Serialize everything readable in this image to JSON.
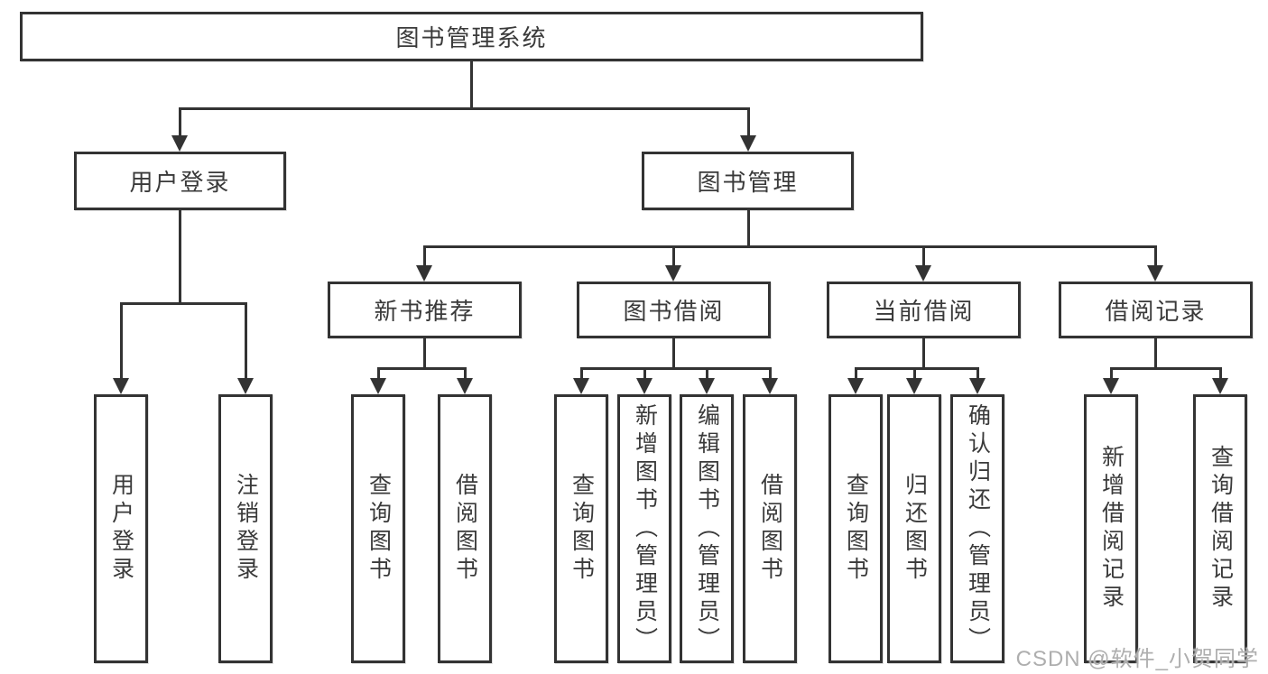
{
  "colors": {
    "line": "#333333",
    "text": "#3a3a3a",
    "background": "#ffffff",
    "watermark": "#aeaeae"
  },
  "watermark": "CSDN @软件_小贺同学",
  "tree": {
    "root": {
      "label": "图书管理系统"
    },
    "branches": [
      {
        "label": "用户登录",
        "children": [
          {
            "label": "用户登录"
          },
          {
            "label": "注销登录"
          }
        ]
      },
      {
        "label": "图书管理",
        "children": [
          {
            "label": "新书推荐",
            "children": [
              {
                "label": "查询图书"
              },
              {
                "label": "借阅图书"
              }
            ]
          },
          {
            "label": "图书借阅",
            "children": [
              {
                "label": "查询图书"
              },
              {
                "label": "新增图书（管理员）"
              },
              {
                "label": "编辑图书（管理员）"
              },
              {
                "label": "借阅图书"
              }
            ]
          },
          {
            "label": "当前借阅",
            "children": [
              {
                "label": "查询图书"
              },
              {
                "label": "归还图书"
              },
              {
                "label": "确认归还（管理员）"
              }
            ]
          },
          {
            "label": "借阅记录",
            "children": [
              {
                "label": "新增借阅记录"
              },
              {
                "label": "查询借阅记录"
              }
            ]
          }
        ]
      }
    ]
  }
}
